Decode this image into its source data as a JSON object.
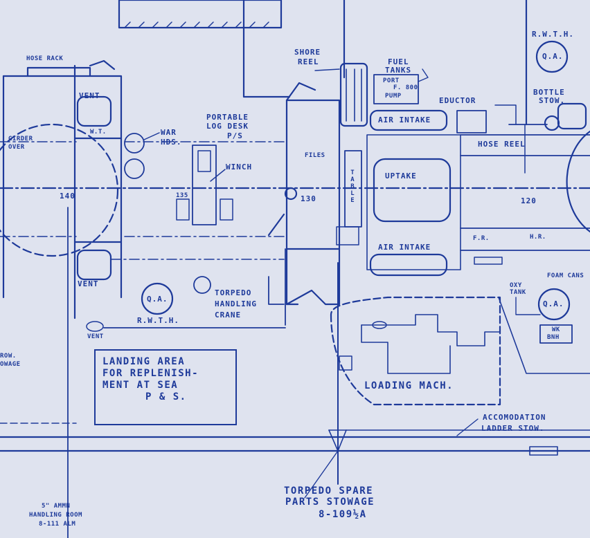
{
  "labels": {
    "rwth_top": "R.W.T.H.",
    "qa_top": "Q.A.",
    "hose_rack": "HOSE RACK",
    "shore_reel_1": "SHORE",
    "shore_reel_2": "REEL",
    "fuel_tanks_1": "FUEL",
    "fuel_tanks_2": "TANKS",
    "port_fuel_pump_1": "PORT",
    "port_fuel_pump_2": "F. 800",
    "port_fuel_pump_3": "PUMP",
    "eductor": "EDUCTOR",
    "bottle_stow_1": "BOTTLE",
    "bottle_stow_2": "STOW.",
    "vent_upper": "VENT",
    "wt_upper": "W.T.",
    "girder_over_1": "GIRDER",
    "girder_over_2": "OVER",
    "war_hds_1": "WAR",
    "war_hds_2": "HDS.",
    "portable_log_desk_1": "PORTABLE",
    "portable_log_desk_2": "LOG DESK",
    "portable_log_desk_3": "P/S",
    "air_intake_upper": "AIR INTAKE",
    "hose_reel": "HOSE REEL",
    "winch": "WINCH",
    "files": "FILES",
    "table": "TABLE",
    "uptake": "UPTAKE",
    "frame_140": "140",
    "frame_135": "135",
    "frame_130": "130",
    "frame_120": "120",
    "air_intake_lower": "AIR INTAKE",
    "fr": "F.R.",
    "hr": "H.R.",
    "foam_cans": "FOAM CANS",
    "oxy_tank_1": "OXY",
    "oxy_tank_2": "TANK",
    "qa_left": "Q.A.",
    "rwth_left": "R.W.T.H.",
    "torpedo_handling_crane_1": "TORPEDO",
    "torpedo_handling_crane_2": "HANDLING",
    "torpedo_handling_crane_3": "CRANE",
    "vent_lower": "VENT",
    "vent_bottom": "VENT",
    "qa_right": "Q.A.",
    "wk_bnh_1": "WK",
    "wk_bnh_2": "BNH",
    "stow_left_1": "ROW.",
    "stow_left_2": "OWAGE",
    "landing_area_1": "LANDING AREA",
    "landing_area_2": "FOR REPLENISH-",
    "landing_area_3": "MENT AT SEA",
    "landing_area_4": "P & S.",
    "loading_mach": "LOADING MACH.",
    "accomodation_1": "ACCOMODATION",
    "accomodation_2": "LADDER STOW.",
    "torpedo_spare_1": "TORPEDO SPARE",
    "torpedo_spare_2": "PARTS STOWAGE",
    "torpedo_spare_3": "8-109½A",
    "ammo_1": "5\" AMMN",
    "ammo_2": "HANDLING ROOM",
    "ammo_3": "8-111 ALM"
  },
  "colors": {
    "paper": "#dfe3ef",
    "ink": "#1e3a9a"
  }
}
